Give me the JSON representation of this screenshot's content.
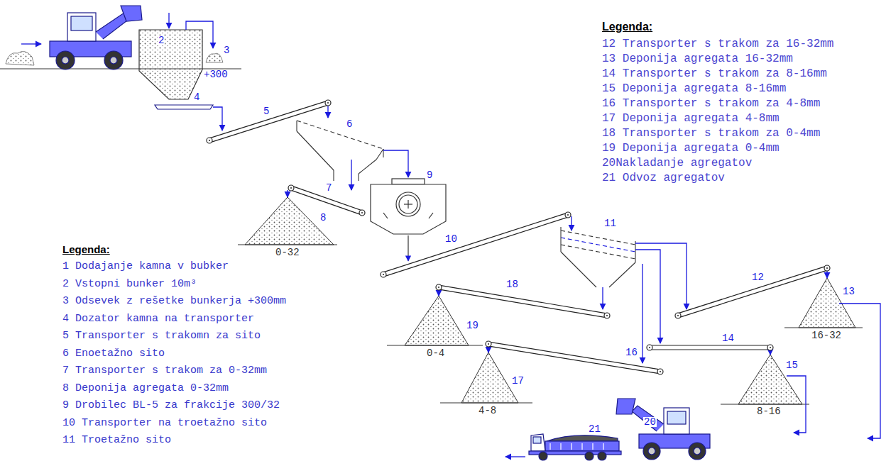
{
  "diagram": {
    "labels": [
      "Legenda:",
      "12 Transporter s trakom za 16-32mm",
      "13 Deponija agregata 16-32mm",
      "14 Transporter s trakom za 8-16mm",
      "15 Deponija agregata 8-16mm",
      "16 Transporter s trakom za 4-8mm",
      "17 Deponija agregata 4-8mm",
      "18 Transporter s trakom za 0-4mm",
      "19 Deponija agregata 0-4mm",
      "20Nakladanje agregatov",
      "21 Odvoz agregatov",
      "Legenda:",
      "1 Dodajanje kamna v bubker",
      "2 Vstopni bunker 10m³",
      "3 Odsevek z rešetke bunkerja +300mm",
      "4 Dozator kamna na transporter",
      "5 Transporter s trakomn za sito",
      "6 Enoetažno sito",
      "7 Transporter s trakom za 0-32mm",
      "8 Deponija agregata 0-32mm",
      "9 Drobilec BL-5 za frakcije 300/32",
      "10 Transporter na troetažno sito",
      "11 Troetažno sito",
      "2",
      "3",
      "+300",
      "4",
      "5",
      "6",
      "7",
      "8",
      "0-32",
      "9",
      "10",
      "11",
      "12",
      "13",
      "16-32",
      "14",
      "15",
      "8-16",
      "16",
      "17",
      "4-8",
      "18",
      "19",
      "0-4",
      "20",
      "21"
    ]
  }
}
